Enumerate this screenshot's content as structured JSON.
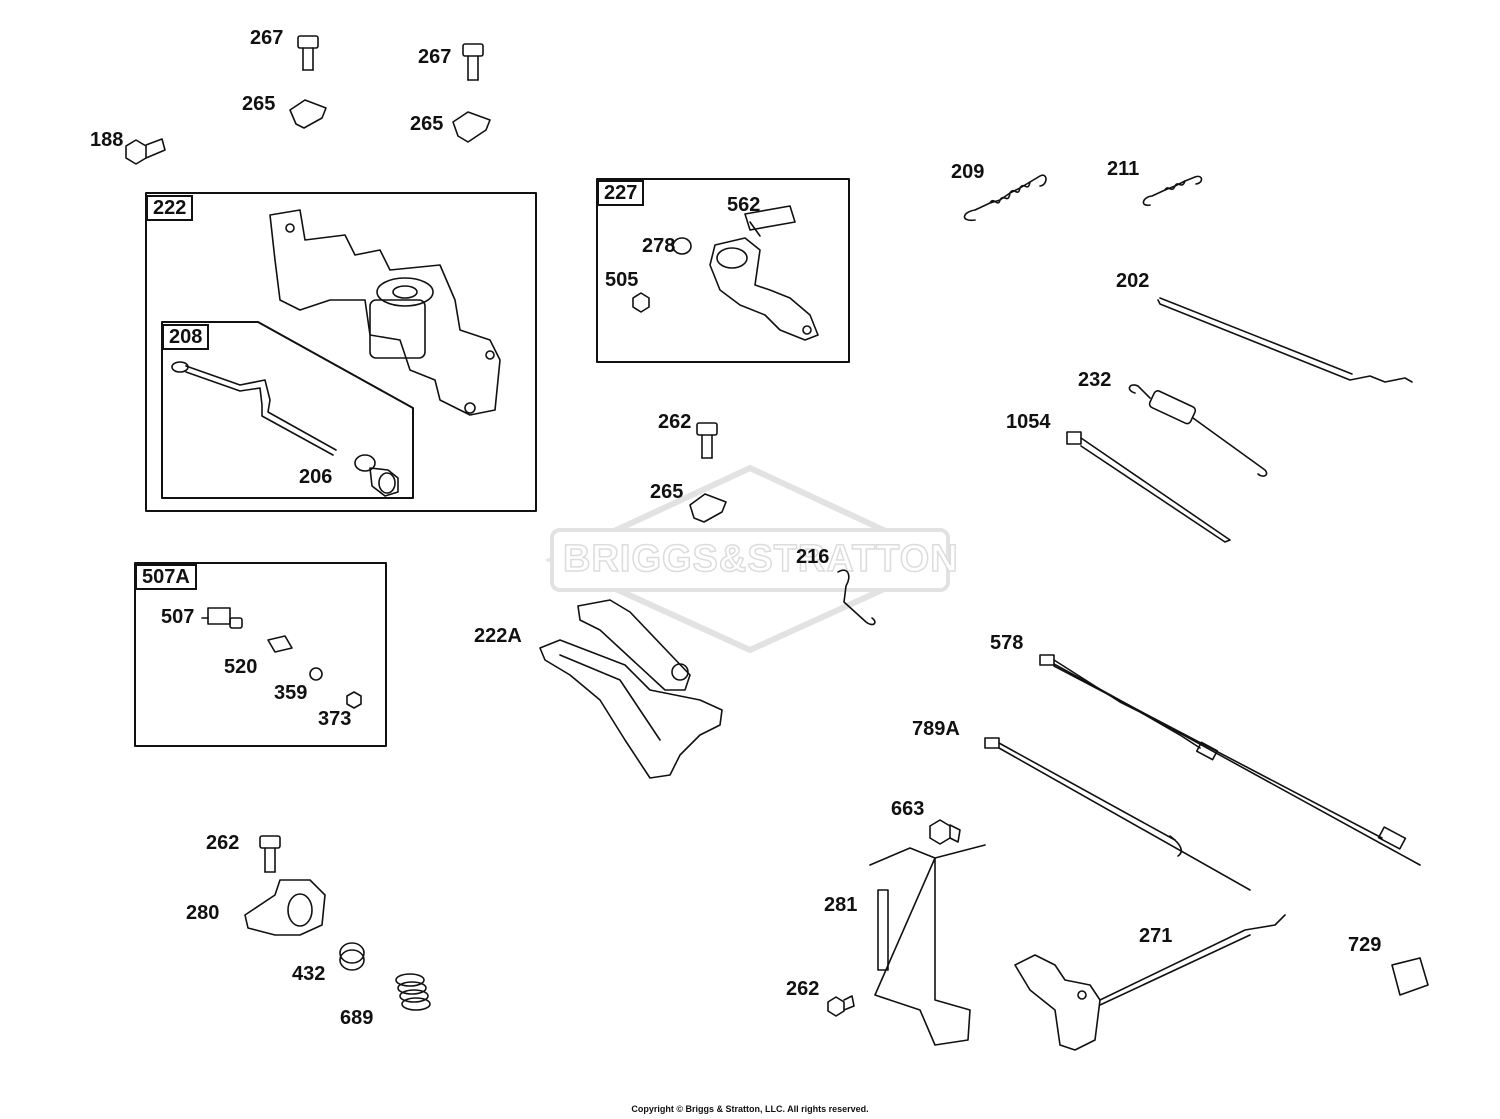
{
  "watermark": "BRIGGS&STRATTON",
  "copyright": "Copyright © Briggs & Stratton, LLC. All rights reserved.",
  "groups": {
    "g222": "222",
    "g208": "208",
    "g227": "227",
    "g507A": "507A"
  },
  "parts": {
    "p267a": "267",
    "p267b": "267",
    "p265a": "265",
    "p265b": "265",
    "p188": "188",
    "p206": "206",
    "p562": "562",
    "p278": "278",
    "p505": "505",
    "p209": "209",
    "p211": "211",
    "p202": "202",
    "p232": "232",
    "p1054": "1054",
    "p262a": "262",
    "p265c": "265",
    "p216": "216",
    "p222A": "222A",
    "p507": "507",
    "p520": "520",
    "p359": "359",
    "p373": "373",
    "p578": "578",
    "p789A": "789A",
    "p663": "663",
    "p262b": "262",
    "p280": "280",
    "p281": "281",
    "p271": "271",
    "p729": "729",
    "p432": "432",
    "p689": "689",
    "p262c": "262"
  }
}
